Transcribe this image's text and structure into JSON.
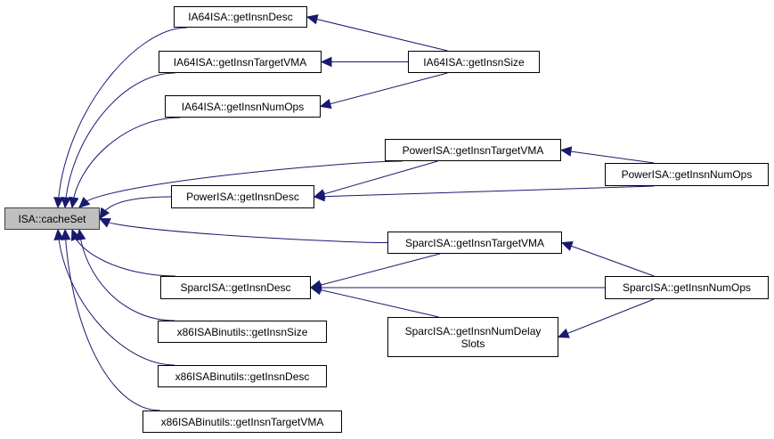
{
  "colors": {
    "edge": "#191970",
    "root_fill": "#bfbfbf",
    "node_fill": "#ffffff"
  },
  "nodes": {
    "cacheSet": "ISA::cacheSet",
    "ia64Desc": "IA64ISA::getInsnDesc",
    "ia64Target": "IA64ISA::getInsnTargetVMA",
    "ia64NumOps": "IA64ISA::getInsnNumOps",
    "ia64Size": "IA64ISA::getInsnSize",
    "powerTarget": "PowerISA::getInsnTargetVMA",
    "powerNumOps": "PowerISA::getInsnNumOps",
    "powerDesc": "PowerISA::getInsnDesc",
    "sparcTarget": "SparcISA::getInsnTargetVMA",
    "sparcDesc": "SparcISA::getInsnDesc",
    "sparcNumOps": "SparcISA::getInsnNumOps",
    "sparcDelay": "SparcISA::getInsnNumDelay\nSlots",
    "x86Size": "x86ISABinutils::getInsnSize",
    "x86Desc": "x86ISABinutils::getInsnDesc",
    "x86Target": "x86ISABinutils::getInsnTargetVMA"
  },
  "edges": [
    [
      "ia64Desc",
      "cacheSet"
    ],
    [
      "ia64Target",
      "cacheSet"
    ],
    [
      "ia64NumOps",
      "cacheSet"
    ],
    [
      "powerTarget",
      "cacheSet"
    ],
    [
      "powerDesc",
      "cacheSet"
    ],
    [
      "sparcTarget",
      "cacheSet"
    ],
    [
      "sparcDesc",
      "cacheSet"
    ],
    [
      "x86Size",
      "cacheSet"
    ],
    [
      "x86Desc",
      "cacheSet"
    ],
    [
      "x86Target",
      "cacheSet"
    ],
    [
      "ia64Size",
      "ia64Desc"
    ],
    [
      "ia64Size",
      "ia64Target"
    ],
    [
      "ia64Size",
      "ia64NumOps"
    ],
    [
      "powerTarget",
      "powerDesc"
    ],
    [
      "powerNumOps",
      "powerTarget"
    ],
    [
      "powerNumOps",
      "powerDesc"
    ],
    [
      "sparcTarget",
      "sparcDesc"
    ],
    [
      "sparcNumOps",
      "sparcTarget"
    ],
    [
      "sparcNumOps",
      "sparcDesc"
    ],
    [
      "sparcDelay",
      "sparcDesc"
    ],
    [
      "sparcNumOps",
      "sparcDelay"
    ]
  ]
}
